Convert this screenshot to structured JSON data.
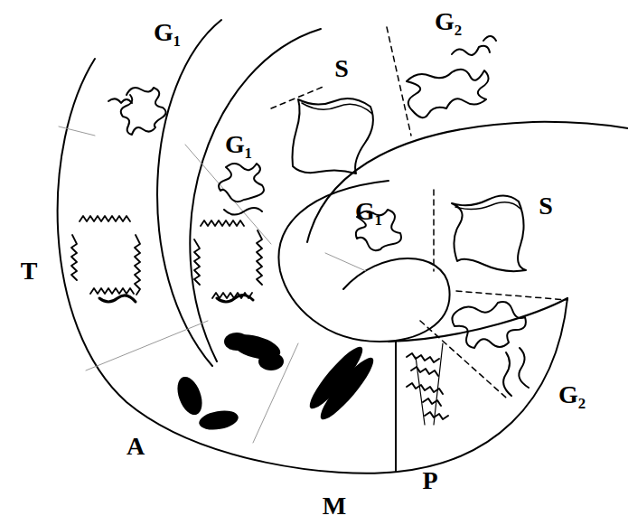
{
  "diagram": {
    "labels": [
      "G₁",
      "S",
      "G₂",
      "G₁",
      "G₁",
      "S",
      "G₂",
      "T",
      "A",
      "M",
      "P"
    ]
  }
}
